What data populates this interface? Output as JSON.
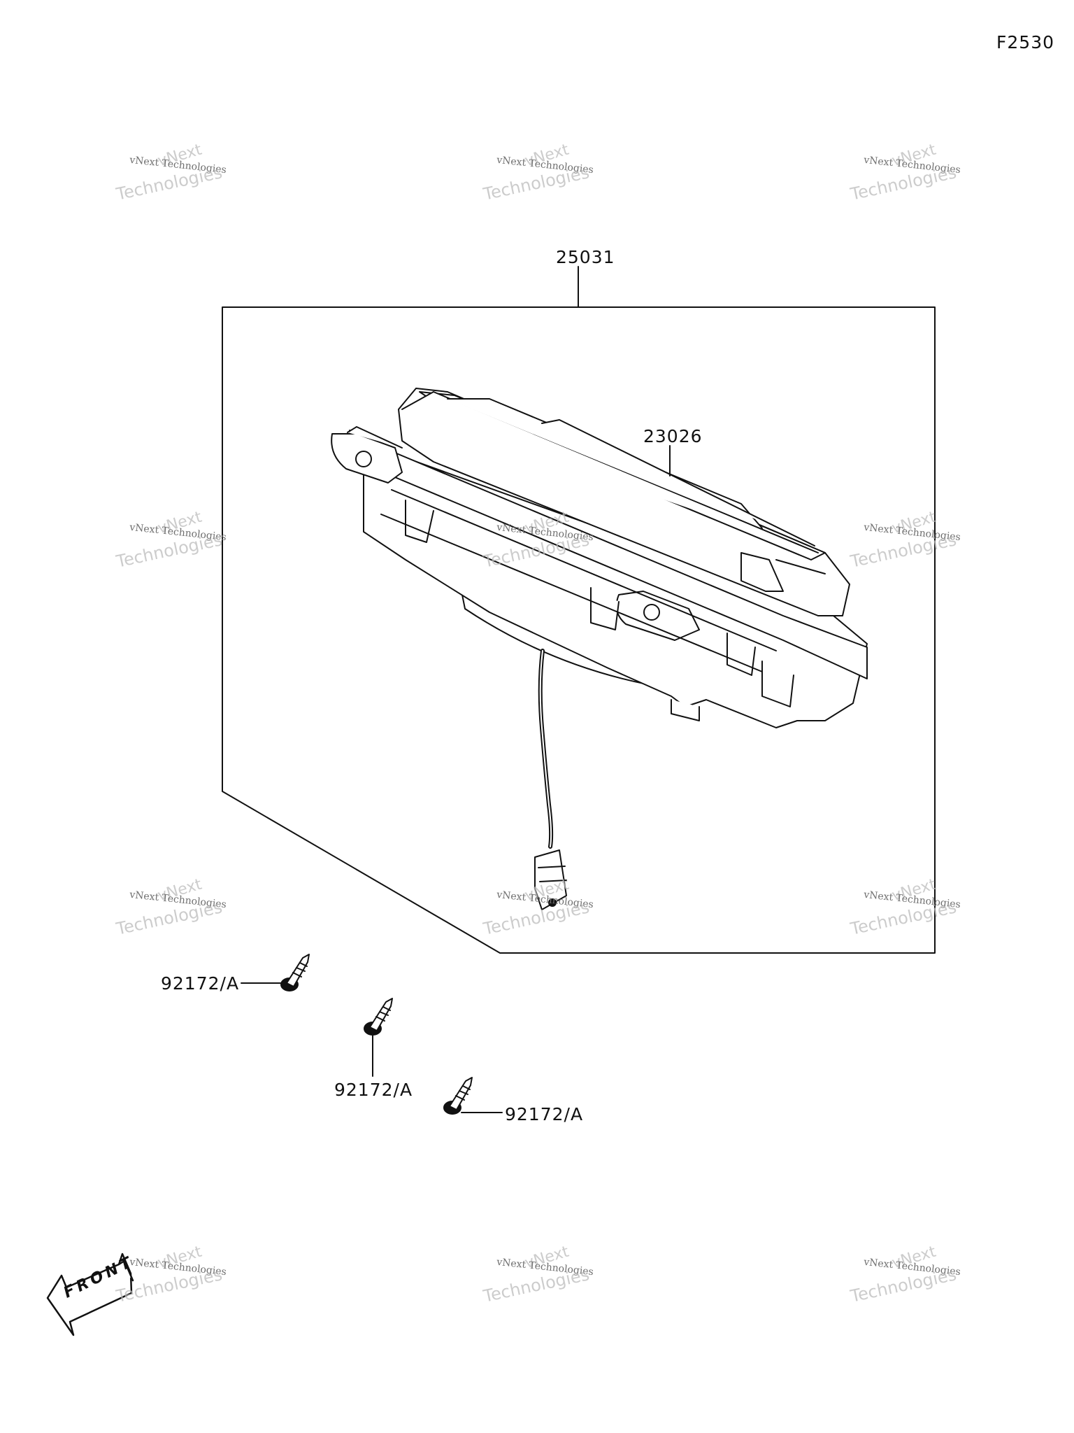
{
  "diagram": {
    "figure_code": "F2530",
    "assembly_label": "25031",
    "meter_label": "23026",
    "screw_label_1": "92172/A",
    "screw_label_2": "92172/A",
    "screw_label_3": "92172/A",
    "front_label": "FRONT"
  },
  "watermark": {
    "line1": "vNext",
    "line2": "vNext Technologies",
    "line3": "Technologies"
  },
  "colors": {
    "ink": "#111111",
    "watermark": "#9a9a9a"
  }
}
